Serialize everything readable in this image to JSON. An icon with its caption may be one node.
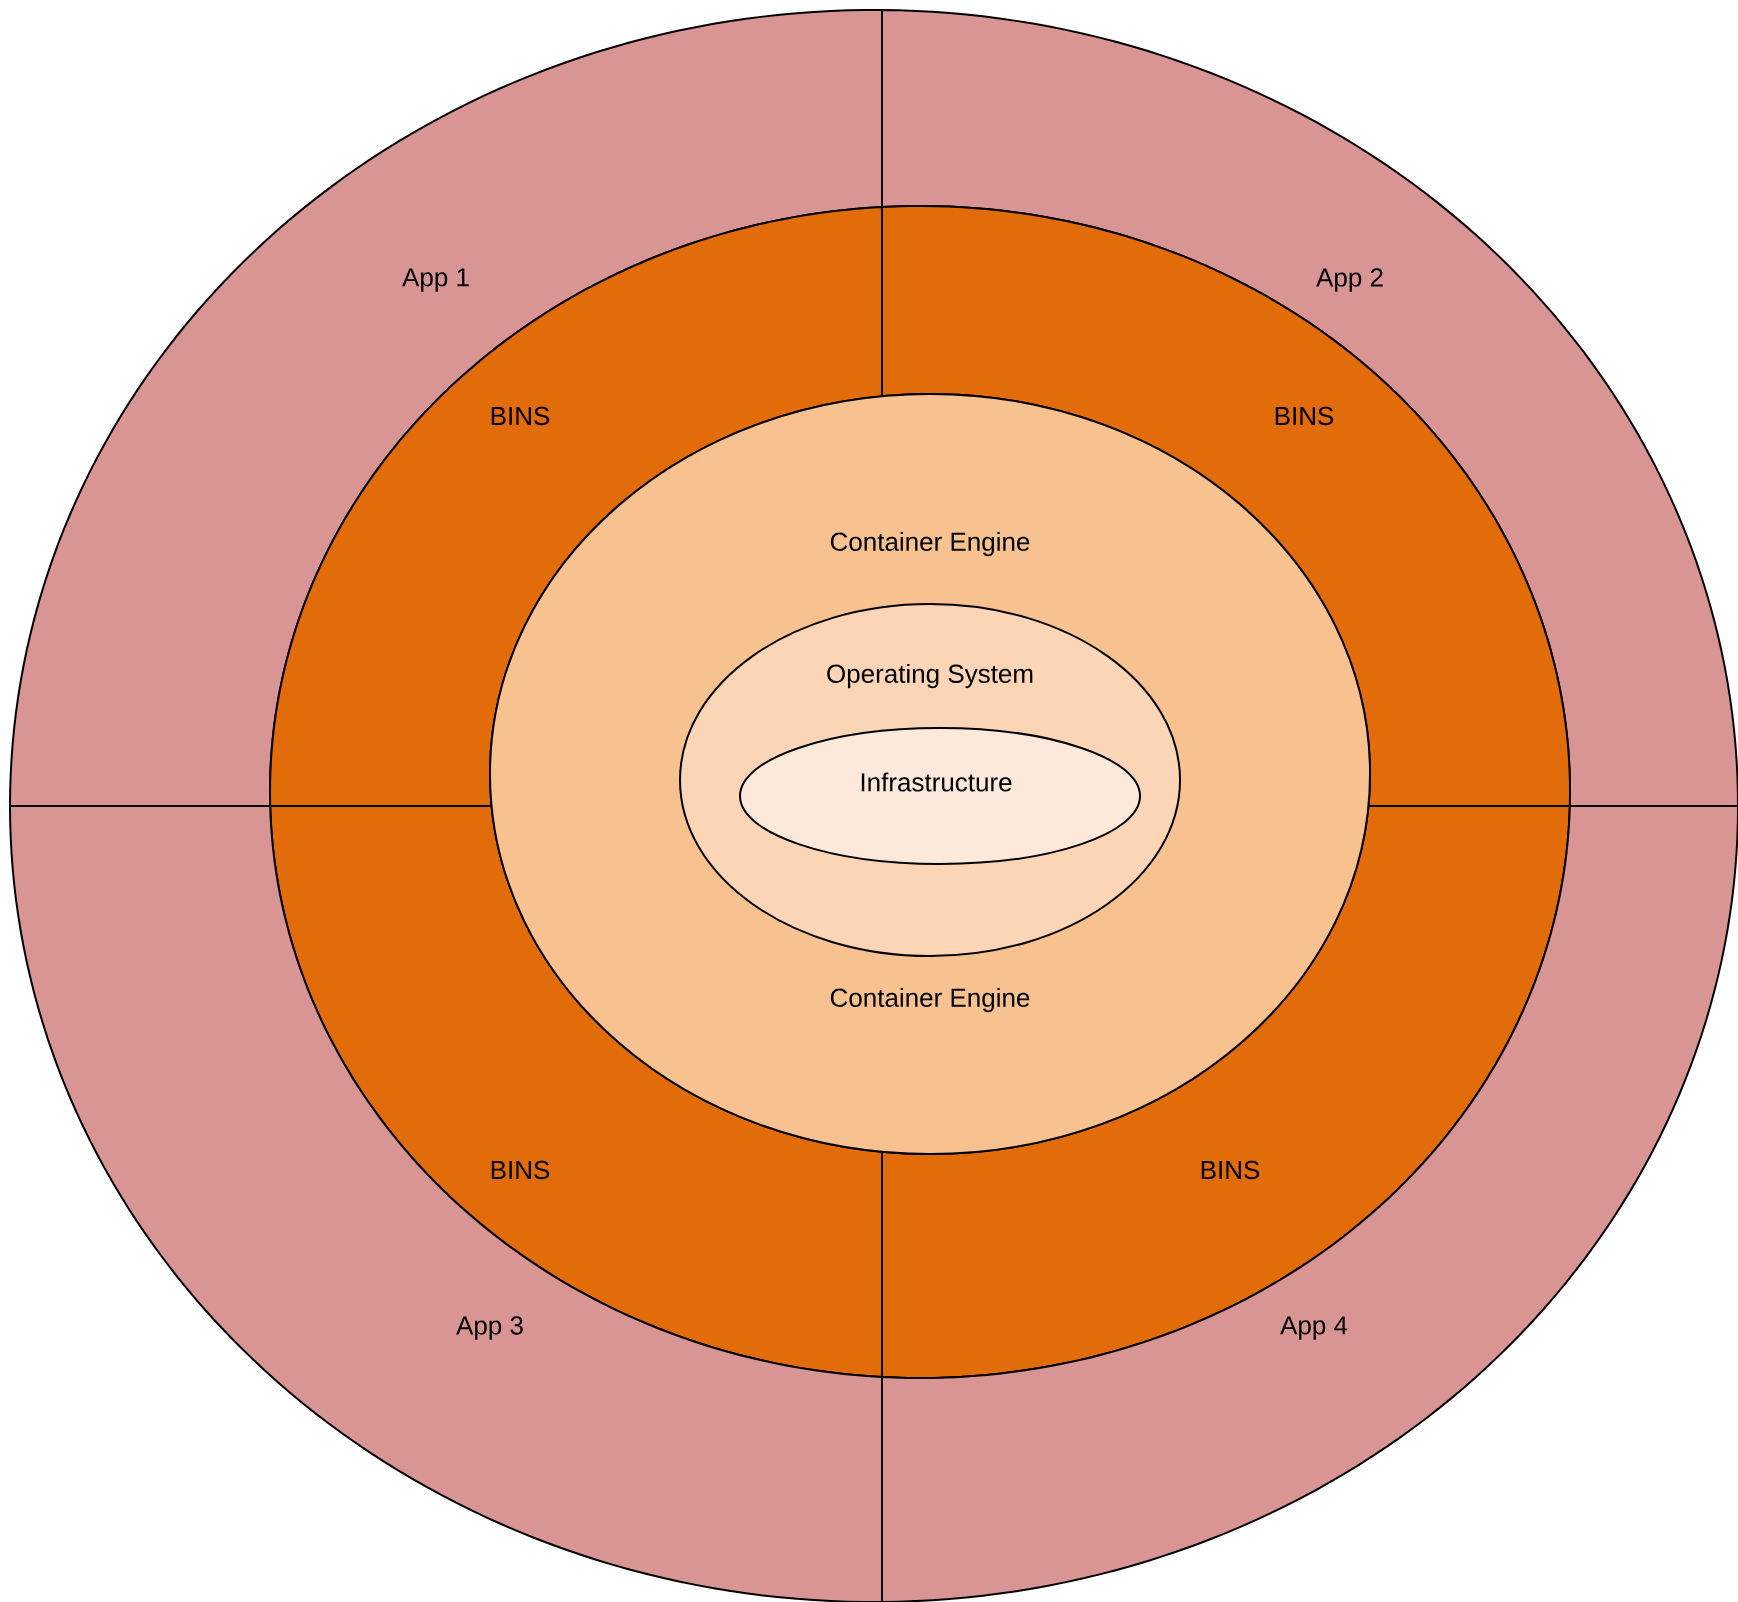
{
  "diagram": {
    "nodes": [
      {
        "text": [
          "App 1"
        ]
      },
      {
        "text": [
          "App 2"
        ]
      },
      {
        "text": [
          "BINS"
        ]
      },
      {
        "text": [
          "BINS"
        ]
      },
      {
        "text": [
          "Container Engine",
          "Container Engine"
        ]
      },
      {
        "text": [
          "Operating System"
        ],
        "in": 4
      },
      {
        "text": [
          "Infrastructure"
        ],
        "in": 5
      },
      {
        "text": [
          "BINS"
        ]
      },
      {
        "text": [
          "BINS"
        ]
      },
      {
        "text": [
          "App 3"
        ]
      },
      {
        "text": [
          "App 4"
        ]
      }
    ]
  }
}
